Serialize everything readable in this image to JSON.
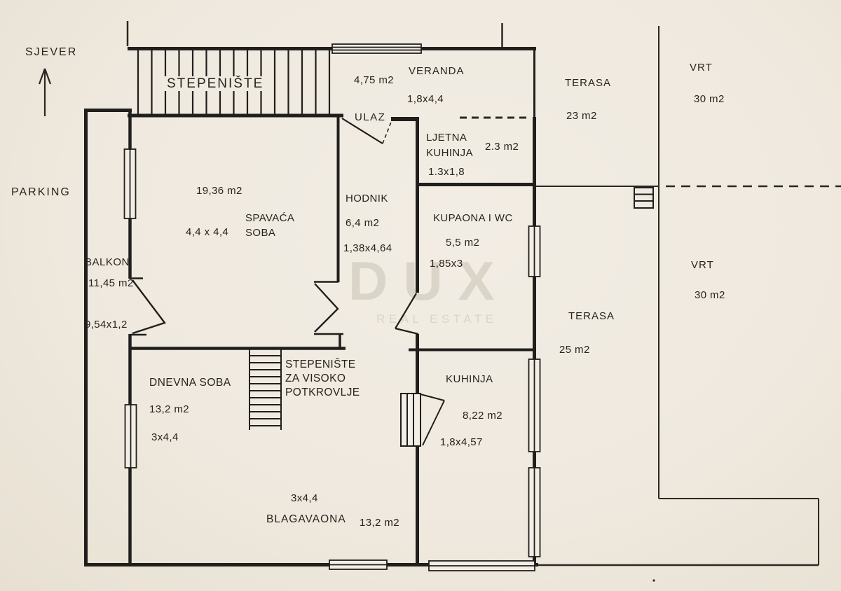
{
  "colors": {
    "paper": "#efe9df",
    "ink": "#211f1c",
    "watermark": "#d7d1c4"
  },
  "compass": {
    "label": "SJEVER"
  },
  "site": {
    "parking": "PARKING",
    "terrace_upper": {
      "name": "TERASA",
      "area": "23 m2"
    },
    "terrace_lower": {
      "name": "TERASA",
      "area": "25 m2"
    },
    "garden_upper": {
      "name": "VRT",
      "area": "30 m2"
    },
    "garden_lower": {
      "name": "VRT",
      "area": "30 m2"
    }
  },
  "exterior": {
    "staircase": "STEPENIŠTE",
    "veranda": {
      "name": "VERANDA",
      "area": "4,75 m2",
      "dims": "1,8x4,4"
    },
    "entrance": "ULAZ",
    "summer_kitchen": {
      "name": "LJETNA\nKUHINJA",
      "area": "2.3 m2",
      "dims": "1.3x1,8"
    },
    "balcony": {
      "name": "BALKON",
      "area": "11,45 m2",
      "dims": "9,54x1,2"
    }
  },
  "rooms": {
    "bedroom": {
      "name": "SPAVAĆA\nSOBA",
      "area": "19,36 m2",
      "dims": "4,4 x  4,4"
    },
    "hallway": {
      "name": "HODNIK",
      "area": "6,4 m2",
      "dims": "1,38x4,64"
    },
    "bathroom": {
      "name": "KUPAONA I WC",
      "area": "5,5 m2",
      "dims": "1,85x3"
    },
    "living_room": {
      "name": "DNEVNA SOBA",
      "area": "13,2 m2",
      "dims": "3x4,4"
    },
    "attic_stairs": {
      "name": "STEPENIŠTE\nZA VISOKO\nPOTKROVLJE"
    },
    "kitchen": {
      "name": "KUHINJA",
      "area": "8,22 m2",
      "dims": "1,8x4,57"
    },
    "dining_room": {
      "name": "BLAGAVAONA",
      "area": "13,2 m2",
      "dims": "3x4,4"
    }
  },
  "watermark": {
    "brand": "DUX",
    "tagline": "REAL ESTATE"
  }
}
